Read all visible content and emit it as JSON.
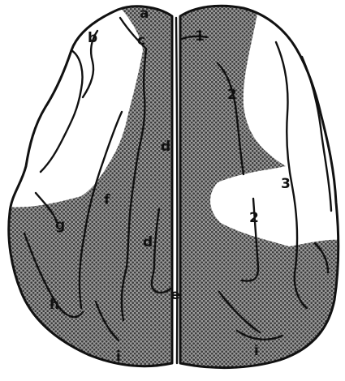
{
  "figure": {
    "colors": {
      "stipple": "#4a4a4a",
      "stipple_bg": "#9a9a9a",
      "ink": "#111111",
      "paper": "#ffffff"
    },
    "labels": [
      {
        "id": "a",
        "text": "a"
      },
      {
        "id": "b",
        "text": "b"
      },
      {
        "id": "c",
        "text": "c"
      },
      {
        "id": "1",
        "text": "1"
      },
      {
        "id": "2-upper",
        "text": "2"
      },
      {
        "id": "d-upper",
        "text": "d"
      },
      {
        "id": "3",
        "text": "3"
      },
      {
        "id": "f",
        "text": "f"
      },
      {
        "id": "2-lower",
        "text": "2"
      },
      {
        "id": "g",
        "text": "g"
      },
      {
        "id": "d-lower",
        "text": "d"
      },
      {
        "id": "e",
        "text": "e"
      },
      {
        "id": "h",
        "text": "h"
      },
      {
        "id": "i-left",
        "text": "i"
      },
      {
        "id": "i-right",
        "text": "i"
      }
    ]
  }
}
